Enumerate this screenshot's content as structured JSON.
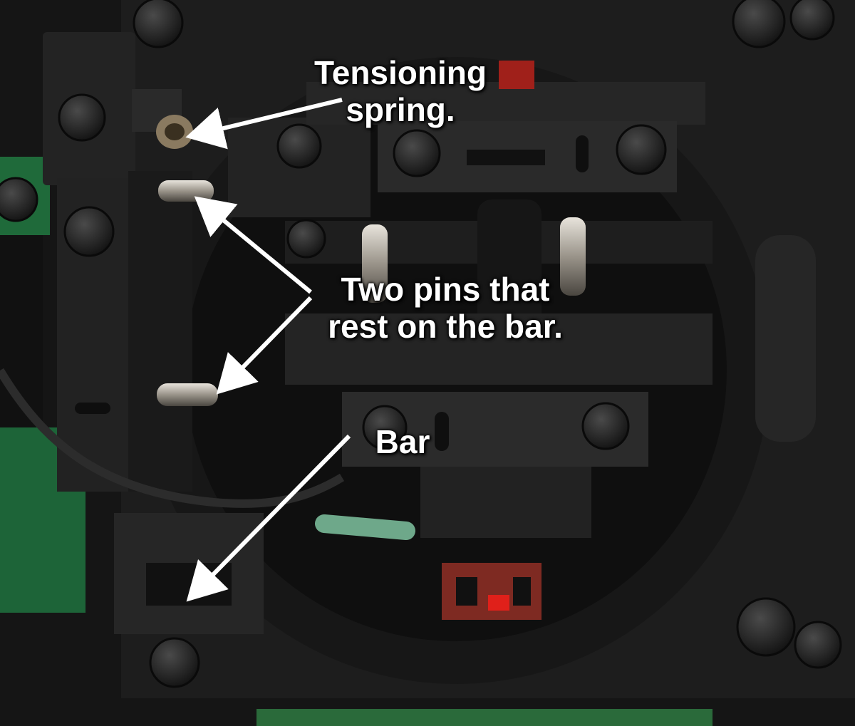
{
  "image": {
    "description_hidden": ""
  },
  "annotations": {
    "spring": {
      "line1": "Tensioning",
      "line2": "spring."
    },
    "pins": {
      "line1": "Two pins that",
      "line2": "rest on the bar."
    },
    "bar": {
      "line1": "Bar"
    }
  },
  "colors": {
    "annotation_text": "#ffffff",
    "arrow": "#ffffff",
    "plastic": "#1c1c1c",
    "pcb_green": "#1e6b3c",
    "red_part": "#8c2a22"
  }
}
